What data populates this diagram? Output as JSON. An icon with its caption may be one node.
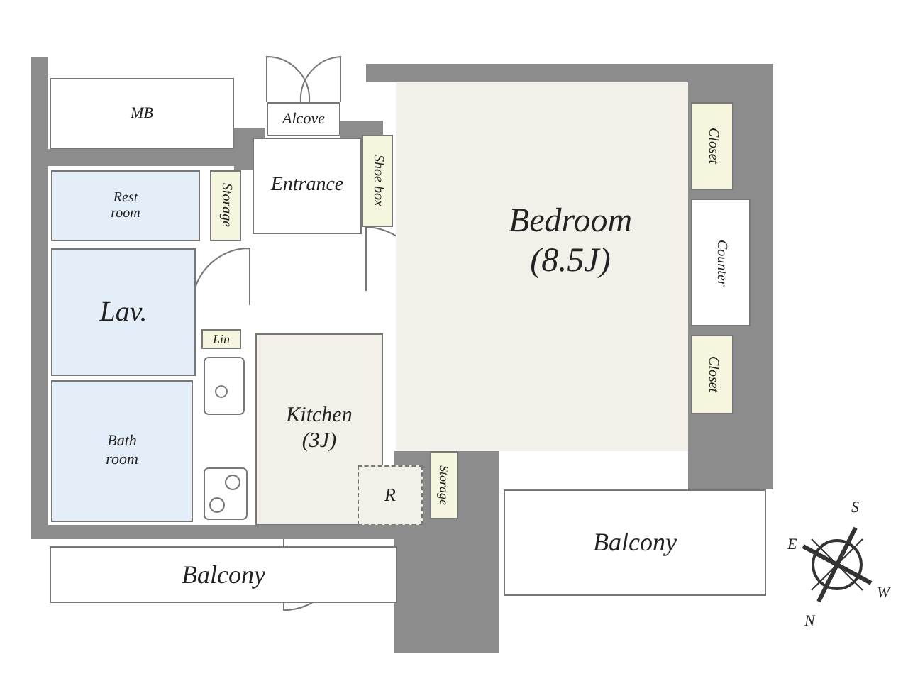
{
  "diagram": {
    "nodes": [
      {
        "text": [
          "MB"
        ]
      },
      {
        "text": [
          "Alcove"
        ]
      },
      {
        "text": [
          "Entrance"
        ]
      },
      {
        "text": [
          "Shoe box"
        ]
      },
      {
        "text": [
          "Rest room"
        ]
      },
      {
        "text": [
          "Storage"
        ]
      },
      {
        "text": [
          "Bedroom (8.5J)"
        ]
      },
      {
        "text": [
          "Closet"
        ]
      },
      {
        "text": [
          "Counter"
        ]
      },
      {
        "text": [
          "Lav."
        ]
      },
      {
        "text": [
          "Lin"
        ]
      },
      {
        "text": [
          "Closet"
        ]
      },
      {
        "text": [
          "Bath room"
        ]
      },
      {
        "text": [
          "Kitchen (3J)"
        ]
      },
      {
        "text": [
          "R"
        ]
      },
      {
        "text": [
          "Storage"
        ]
      },
      {
        "text": [
          "Balcony"
        ]
      },
      {
        "text": [
          "Balcony"
        ]
      }
    ],
    "edges": [],
    "labels": [
      "S",
      "E",
      "W",
      "N"
    ]
  }
}
